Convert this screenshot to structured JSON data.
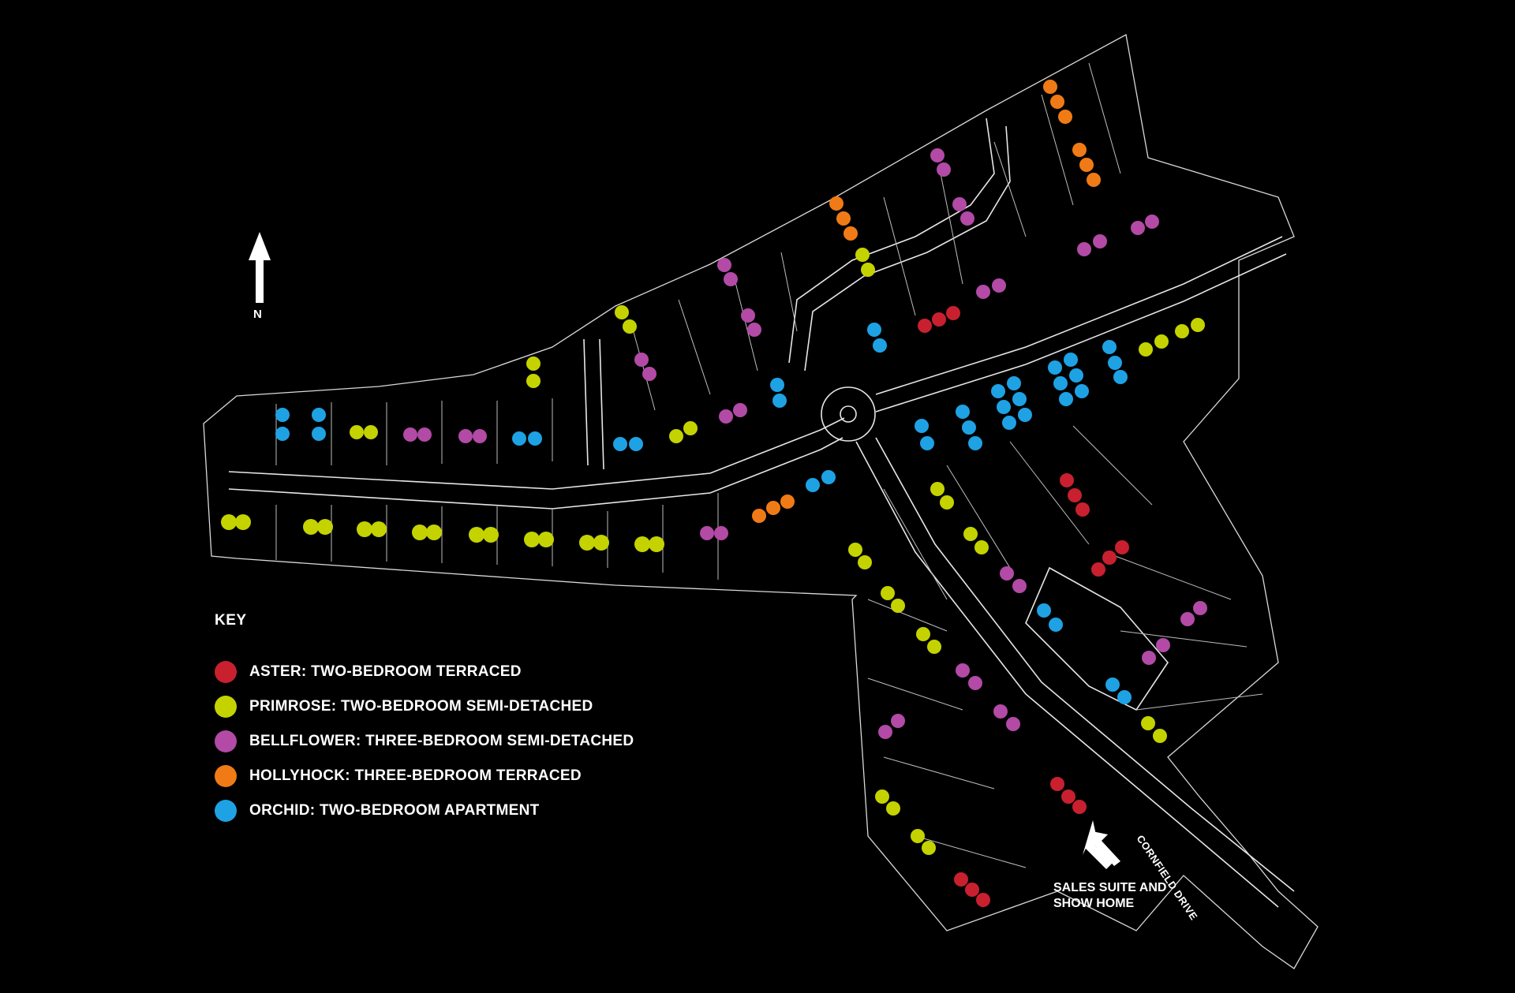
{
  "map": {
    "north_label": "N",
    "sales_label_line1": "SALES SUITE AND",
    "sales_label_line2": "SHOW HOME",
    "road_label": "CORNFIELD DRIVE"
  },
  "key": {
    "title": "KEY",
    "items": [
      {
        "id": "aster",
        "label": "ASTER: TWO-BEDROOM TERRACED",
        "color": "#c8202f"
      },
      {
        "id": "primrose",
        "label": "PRIMROSE: TWO-BEDROOM SEMI-DETACHED",
        "color": "#c4d300"
      },
      {
        "id": "bellflower",
        "label": "BELLFLOWER: THREE-BEDROOM SEMI-DETACHED",
        "color": "#b24aa6"
      },
      {
        "id": "hollyhock",
        "label": "HOLLYHOCK: THREE-BEDROOM TERRACED",
        "color": "#f07b16"
      },
      {
        "id": "orchid",
        "label": "ORCHID: TWO-BEDROOM APARTMENT",
        "color": "#1ea2e4"
      }
    ]
  },
  "colors": {
    "background": "#000000",
    "linework": "#d9d9d9",
    "text": "#ffffff"
  }
}
